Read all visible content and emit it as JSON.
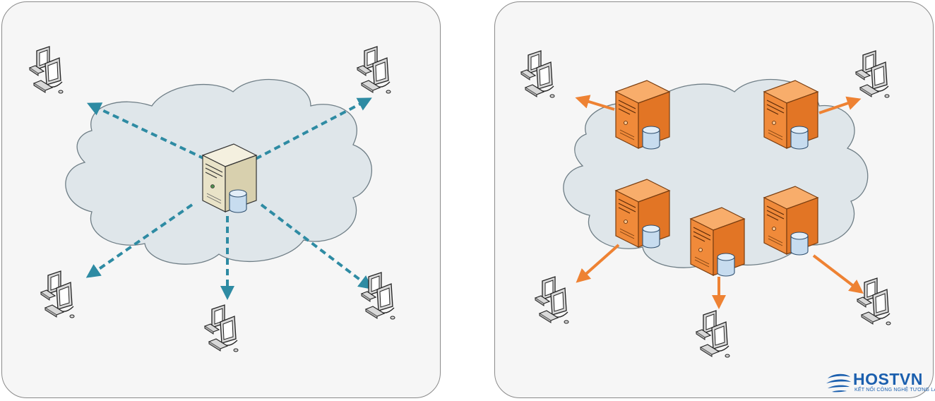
{
  "diagram": {
    "left": {
      "architecture": "single-server",
      "server_color": "#e9e3c8",
      "arrow_color": "#2e8ba3",
      "arrow_style": "dashed",
      "client_count": 5
    },
    "right": {
      "architecture": "distributed-servers",
      "server_color": "#f08a3a",
      "arrow_color": "#ee8233",
      "arrow_style": "solid",
      "server_count": 5,
      "client_count": 5
    },
    "cloud_color": "#dfe6ea"
  },
  "logo": {
    "name": "HOSTVN",
    "tagline": "KẾT NỐI CÔNG NGHỆ TƯƠNG LAI",
    "color": "#1b5fae"
  }
}
